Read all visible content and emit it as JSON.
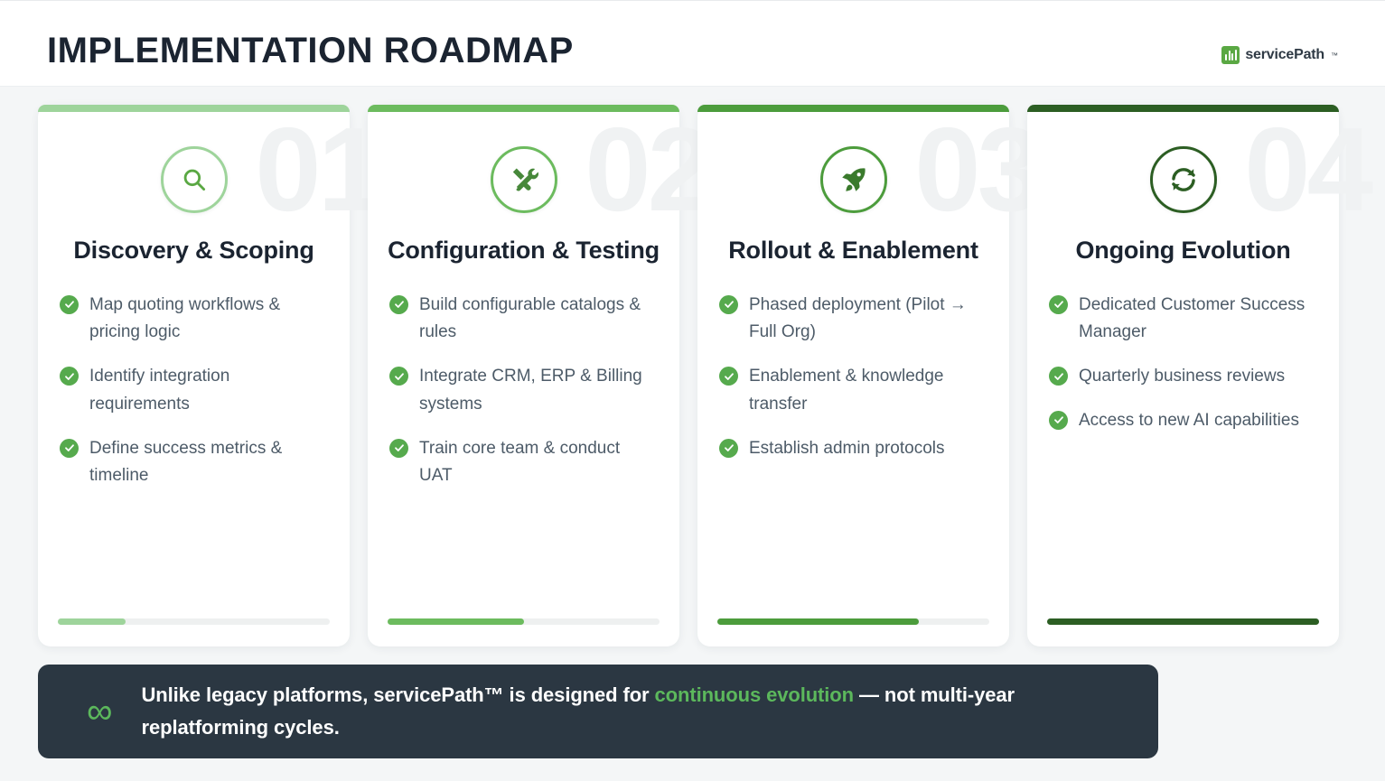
{
  "header": {
    "title": "IMPLEMENTATION ROADMAP",
    "brand_name": "servicePath",
    "brand_tm": "™",
    "brand_icon": "bar-chart-logo-icon"
  },
  "colors": {
    "page_background": "#f4f6f7",
    "header_background": "#ffffff",
    "title_text": "#1b2431",
    "body_text": "#4d5b68",
    "check_green": "#56aa4d",
    "banner_background": "#2b3742",
    "highlight_green": "#5cb85c",
    "watermark": "#f0f2f3"
  },
  "cards": [
    {
      "number": "01",
      "title": "Discovery & Scoping",
      "icon": "magnifier-icon",
      "accent": "#9ed49b",
      "icon_glyph_color": "#5aa843",
      "progress_percent": 25,
      "progress_color": "#9ed49b",
      "bullets": [
        "Map quoting workflows & pricing logic",
        "Identify integration requirements",
        "Define success metrics & timeline"
      ]
    },
    {
      "number": "02",
      "title": "Configuration & Testing",
      "icon": "tools-icon",
      "accent": "#6cbb5e",
      "icon_glyph_color": "#47883a",
      "progress_percent": 50,
      "progress_color": "#6cbb5e",
      "bullets": [
        "Build configurable catalogs & rules",
        "Integrate CRM, ERP & Billing systems",
        "Train core team & conduct UAT"
      ]
    },
    {
      "number": "03",
      "title": "Rollout & Enablement",
      "icon": "rocket-icon",
      "accent": "#4c9c3c",
      "icon_glyph_color": "#3a7a2c",
      "progress_percent": 74,
      "progress_color": "#4c9c3c",
      "bullets": [
        "Phased deployment (Pilot → Full Org)",
        "Enablement & knowledge transfer",
        "Establish admin protocols"
      ]
    },
    {
      "number": "04",
      "title": "Ongoing Evolution",
      "icon": "refresh-cycle-icon",
      "accent": "#2c5e23",
      "icon_glyph_color": "#2c5e23",
      "progress_percent": 100,
      "progress_color": "#2c5e23",
      "bullets": [
        "Dedicated Customer Success Manager",
        "Quarterly business reviews",
        "Access to new AI capabilities"
      ]
    }
  ],
  "banner": {
    "icon": "infinity-icon",
    "icon_glyph": "∞",
    "text_before": "Unlike legacy platforms, servicePath™ is designed for ",
    "highlight": "continuous evolution",
    "text_after": " — not multi-year replatforming cycles."
  }
}
